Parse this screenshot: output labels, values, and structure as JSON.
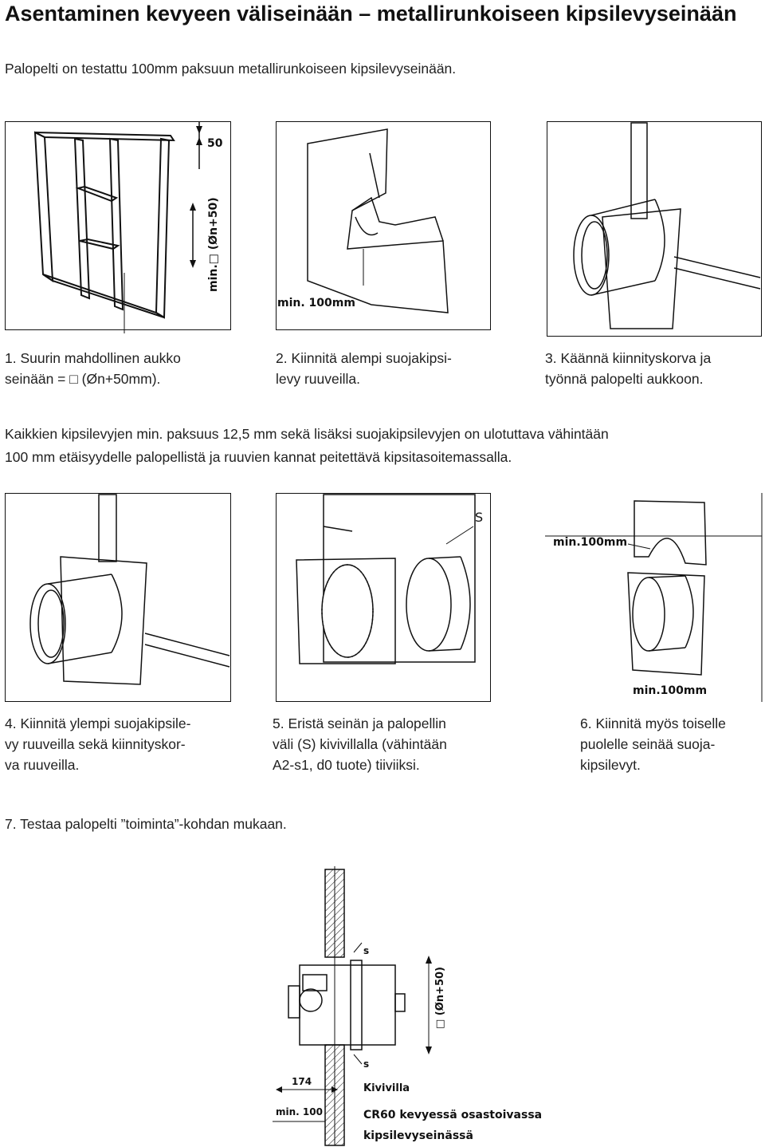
{
  "title": "Asentaminen kevyeen väliseinään – metallirunkoiseen kipsilevyseinään",
  "intro": "Palopelti on testattu 100mm paksuun metallirunkoiseen kipsilevyseinään.",
  "steps_row1": [
    {
      "line1": "1. Suurin mahdollinen aukko",
      "line2": "seinään = □ (Øn+50mm)."
    },
    {
      "line1": "2. Kiinnitä alempi suojakipsi-",
      "line2": "levy ruuveilla."
    },
    {
      "line1": "3. Käännä kiinnityskorva ja",
      "line2": "työnnä palopelti aukkoon."
    }
  ],
  "note": {
    "line1": "Kaikkien kipsilevyjen min. paksuus 12,5 mm sekä lisäksi suojakipsilevyjen on ulotuttava vähintään",
    "line2": "100 mm etäisyydelle palopellistä ja ruuvien kannat peitettävä kipsitasoitemassalla."
  },
  "steps_row2": [
    {
      "line1": "4. Kiinnitä ylempi suojakipsile-",
      "line2": "vy ruuveilla sekä kiinnityskor-",
      "line3": "va ruuveilla."
    },
    {
      "line1": "5. Eristä seinän ja palopellin",
      "line2": "väli (S) kivivillalla (vähintään",
      "line3": "A2-s1, d0 tuote) tiiviiksi."
    },
    {
      "line1": "6. Kiinnitä myös toiselle",
      "line2": "puolelle seinää  suoja-",
      "line3": "kipsilevyt."
    }
  ],
  "step7": "7. Testaa palopelti ”toiminta”-kohdan mukaan.",
  "figure_labels": {
    "fig1_dim_top": "50",
    "fig1_dim_side": "min.□ (Øn+50)",
    "fig2_min": "min. 100mm",
    "fig5_s": "S",
    "fig6_min_top": "min.100mm",
    "fig6_min_bottom": "min.100mm",
    "fig7_s_top": "s",
    "fig7_s_bottom": "s",
    "fig7_dim_right": "□ (Øn+50)",
    "fig7_174": "174",
    "fig7_kivivilla": "Kivivilla",
    "fig7_min100": "min. 100",
    "fig7_caption1": "CR60  kevyessä  osastoivassa",
    "fig7_caption2": "kipsilevyseinässä"
  }
}
